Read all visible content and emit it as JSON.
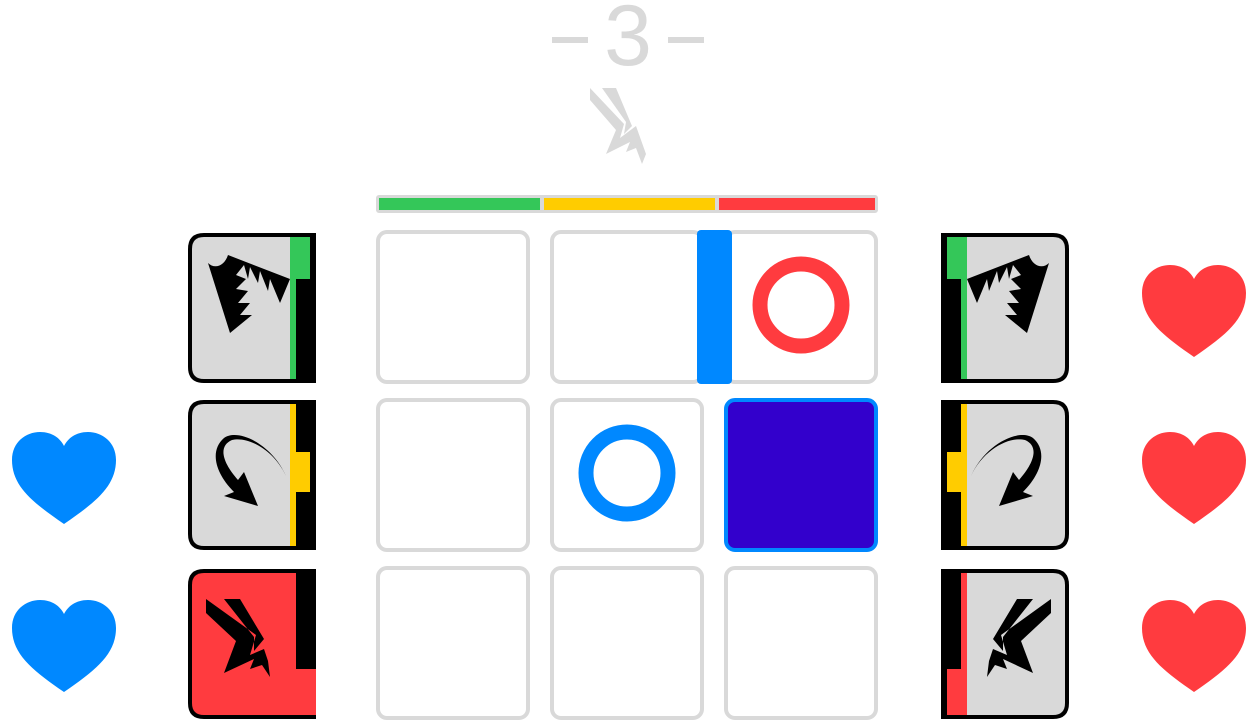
{
  "round": {
    "number": "3",
    "action_icon": "lightning-strike-icon"
  },
  "timer_bar": {
    "segments": [
      {
        "color": "#34c759",
        "fraction": 0.33
      },
      {
        "color": "#ffcc00",
        "fraction": 0.35
      },
      {
        "color": "#ff3b3f",
        "fraction": 0.32
      }
    ]
  },
  "colors": {
    "blue": "#0088ff",
    "red": "#ff3b3f",
    "selected": "#3300cc",
    "grid": "#d9d9d9"
  },
  "board": [
    [
      "",
      "",
      "red-ring"
    ],
    [
      "",
      "blue-ring",
      "selected"
    ],
    [
      "",
      "",
      ""
    ]
  ],
  "left_player": {
    "hearts": 2,
    "color": "#0088ff",
    "cards": [
      {
        "icon": "bite-icon",
        "stripe": "#34c759",
        "active": false
      },
      {
        "icon": "curved-arrow-icon",
        "stripe": "#ffcc00",
        "active": false
      },
      {
        "icon": "lightning-strike-icon",
        "stripe": "#ff3b3f",
        "active": true
      }
    ]
  },
  "right_player": {
    "hearts": 3,
    "color": "#ff3b3f",
    "cards": [
      {
        "icon": "bite-icon",
        "stripe": "#34c759",
        "active": false
      },
      {
        "icon": "curved-arrow-icon",
        "stripe": "#ffcc00",
        "active": false
      },
      {
        "icon": "lightning-strike-icon",
        "stripe": "#ff3b3f",
        "active": false
      }
    ]
  }
}
